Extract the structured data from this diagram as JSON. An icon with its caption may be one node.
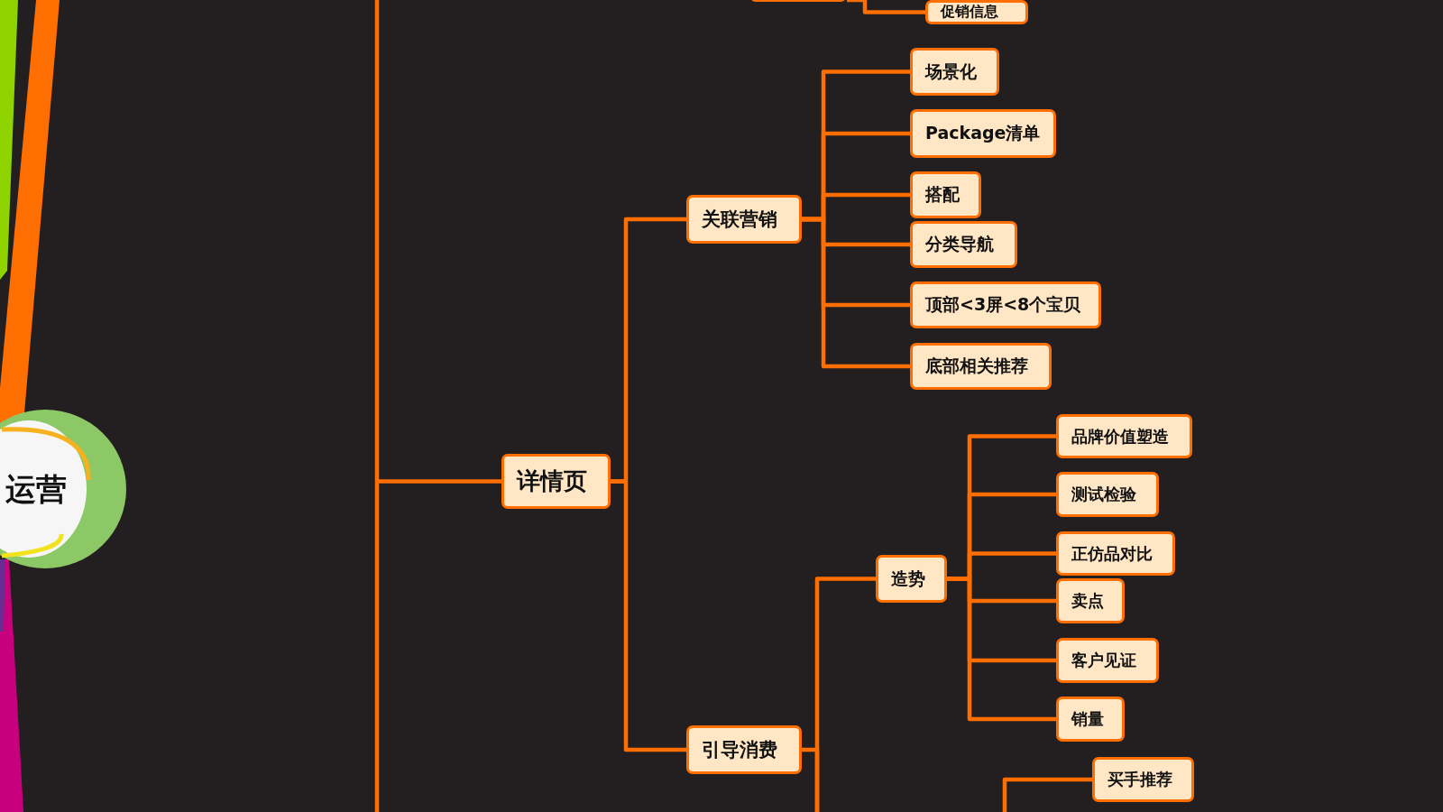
{
  "diagram": {
    "nodes": [
      {
        "text": [
          "运营"
        ]
      },
      {
        "text": [],
        "shape": "box"
      },
      {
        "text": [
          "促销信息"
        ]
      },
      {
        "text": [
          "详情页"
        ]
      },
      {
        "text": [
          "关联营销"
        ]
      },
      {
        "text": [
          "场景化"
        ]
      },
      {
        "text": [
          "Package清单"
        ]
      },
      {
        "text": [
          "搭配"
        ]
      },
      {
        "text": [
          "分类导航"
        ]
      },
      {
        "text": [
          "顶部<3屏<8个宝贝"
        ]
      },
      {
        "text": [
          "底部相关推荐"
        ]
      },
      {
        "text": [
          "引导消费"
        ]
      },
      {
        "text": [
          "造势"
        ]
      },
      {
        "text": [
          "品牌价值塑造"
        ]
      },
      {
        "text": [
          "测试检验"
        ]
      },
      {
        "text": [
          "正仿品对比"
        ]
      },
      {
        "text": [
          "卖点"
        ]
      },
      {
        "text": [
          "客户见证"
        ]
      },
      {
        "text": [
          "销量"
        ]
      },
      {
        "text": [
          "买手推荐"
        ]
      }
    ],
    "edges": [
      {
        "from": 1,
        "to": 2,
        "arrow": "none"
      },
      {
        "from": null,
        "to": 3,
        "arrow": "none"
      },
      {
        "from": 3,
        "to": 4,
        "arrow": "none"
      },
      {
        "from": 3,
        "to": 11,
        "arrow": "none"
      },
      {
        "from": 4,
        "to": 5,
        "arrow": "none"
      },
      {
        "from": 4,
        "to": 6,
        "arrow": "none"
      },
      {
        "from": 4,
        "to": 7,
        "arrow": "none"
      },
      {
        "from": 4,
        "to": 8,
        "arrow": "none"
      },
      {
        "from": 4,
        "to": 9,
        "arrow": "none"
      },
      {
        "from": 4,
        "to": 10,
        "arrow": "none"
      },
      {
        "from": 11,
        "to": 12,
        "arrow": "none"
      },
      {
        "from": 12,
        "to": 13,
        "arrow": "none"
      },
      {
        "from": 12,
        "to": 14,
        "arrow": "none"
      },
      {
        "from": 12,
        "to": 15,
        "arrow": "none"
      },
      {
        "from": 12,
        "to": 16,
        "arrow": "none"
      },
      {
        "from": 12,
        "to": 17,
        "arrow": "none"
      },
      {
        "from": 12,
        "to": 18,
        "arrow": "none"
      },
      {
        "from": null,
        "to": 19,
        "arrow": "none"
      }
    ]
  }
}
